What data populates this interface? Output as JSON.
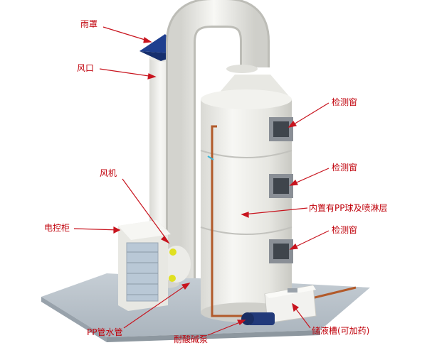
{
  "labels": {
    "rain_cover": "雨罩",
    "air_outlet": "风口",
    "fan": "风机",
    "control_cabinet": "电控柜",
    "pp_water_pipe": "PP管水管",
    "acid_pump": "耐酸碱泵",
    "inspection_window_1": "检测窗",
    "inspection_window_2": "检测窗",
    "inspection_window_3": "检测窗",
    "packing_layer": "内置有PP球及喷淋层",
    "liquid_tank": "储液槽(可加药)"
  },
  "colors": {
    "label_text": "#c0000a",
    "leader_line": "#c8141e",
    "tower_body": "#eeeeea",
    "rain_cover": "#1f3f8f",
    "pump": "#223a7a",
    "base_plate": "#b9c3cb",
    "window_frame": "#8a8f96",
    "pipe": "#b25a2a",
    "fan_accent": "#e0e020"
  }
}
